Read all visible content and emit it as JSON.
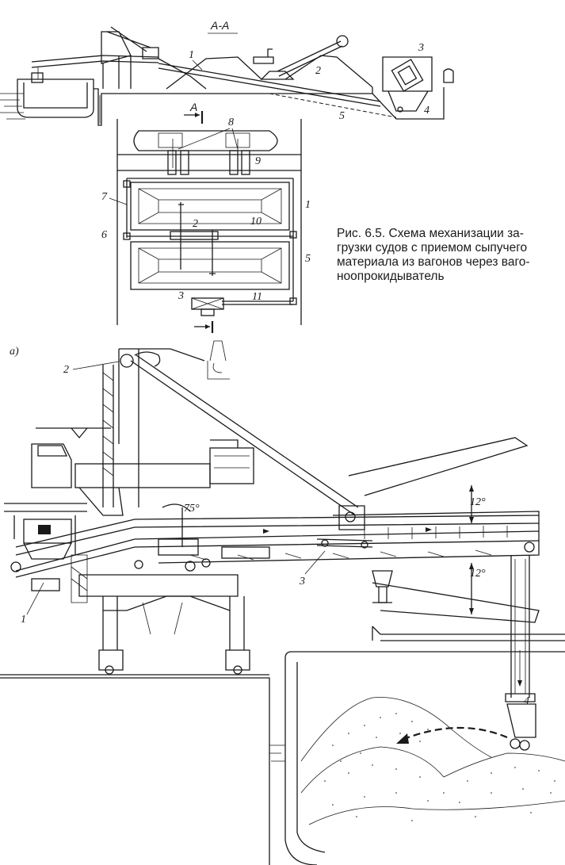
{
  "figure": {
    "section_title": "А-А",
    "caption_lines": [
      "Рис. 6.5. Схема механизации за-",
      "грузки судов с приемом сыпучего",
      "материала из вагонов через ваго-",
      "ноопрокидыватель"
    ],
    "section_mark": "А"
  },
  "top_view": {
    "labels": [
      "1",
      "2",
      "3",
      "4",
      "5"
    ]
  },
  "plan_view": {
    "labels": [
      "8",
      "9",
      "7",
      "1",
      "6",
      "2",
      "10",
      "5",
      "3",
      "11"
    ]
  },
  "main_view": {
    "panel_label": "а)",
    "labels": [
      "2",
      "1",
      "3",
      "4"
    ],
    "angles": [
      "75°",
      "12°",
      "12°"
    ]
  }
}
